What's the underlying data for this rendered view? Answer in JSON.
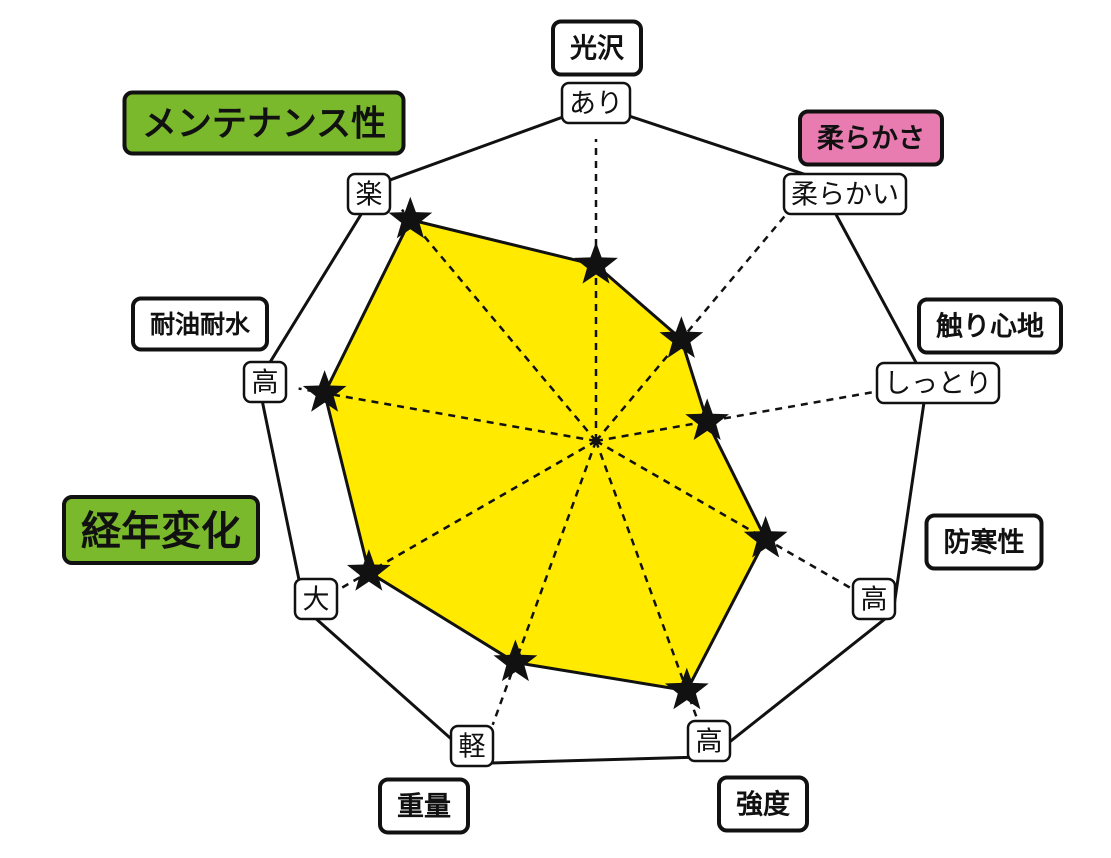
{
  "chart_data": {
    "type": "radar",
    "title": "",
    "axes": [
      {
        "name": "光沢",
        "end_label": "あり",
        "value": 0.53,
        "label_color": "#ffffff",
        "label_size": "medium"
      },
      {
        "name": "柔らかさ",
        "end_label": "柔らかい",
        "value": 0.4,
        "label_color": "#e87bb0",
        "label_size": "medium"
      },
      {
        "name": "触り心地",
        "end_label": "しっとり",
        "value": 0.34,
        "label_color": "#ffffff",
        "label_size": "medium"
      },
      {
        "name": "防寒性",
        "end_label": "高",
        "value": 0.59,
        "label_color": "#ffffff",
        "label_size": "medium"
      },
      {
        "name": "強度",
        "end_label": "高",
        "value": 0.8,
        "label_color": "#ffffff",
        "label_size": "medium"
      },
      {
        "name": "重量",
        "end_label": "軽",
        "value": 0.71,
        "label_color": "#ffffff",
        "label_size": "medium"
      },
      {
        "name": "経年変化",
        "end_label": "大",
        "value": 0.79,
        "label_color": "#7ab82c",
        "label_size": "large"
      },
      {
        "name": "耐油耐水",
        "end_label": "高",
        "value": 0.83,
        "label_color": "#ffffff",
        "label_size": "medium"
      },
      {
        "name": "メンテナンス性",
        "end_label": "楽",
        "value": 0.87,
        "label_color": "#7ab82c",
        "label_size": "large"
      }
    ],
    "range": [
      0,
      1
    ],
    "fill_color": "#ffea00",
    "marker": "star",
    "grid": false
  }
}
